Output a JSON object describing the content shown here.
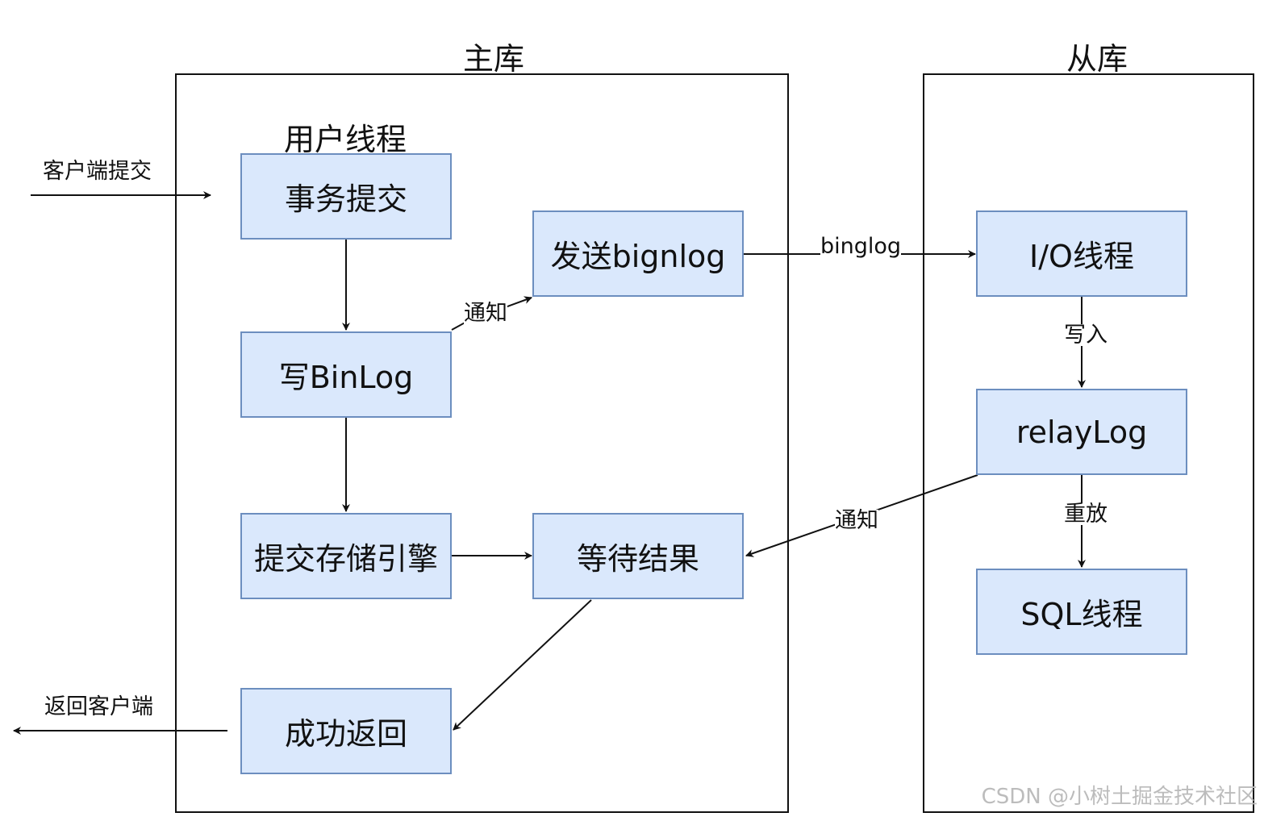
{
  "titles": {
    "master": "主库",
    "slave": "从库",
    "user_thread": "用户线程"
  },
  "nodes": {
    "commit_tx": "事务提交",
    "write_binlog": "写BinLog",
    "send_binlog": "发送bignlog",
    "commit_engine": "提交存储引擎",
    "wait_result": "等待结果",
    "success_return": "成功返回",
    "io_thread": "I/O线程",
    "relay_log": "relayLog",
    "sql_thread": "SQL线程"
  },
  "labels": {
    "client_commit": "客户端提交",
    "return_client": "返回客户端",
    "notify_send": "通知",
    "binlog_edge": "binglog",
    "write_in": "写入",
    "notify_wait": "通知",
    "replay": "重放"
  },
  "watermark": "CSDN @小树土掘金技术社区",
  "colors": {
    "node_fill": "#dae8fc",
    "node_stroke": "#6c8ebf",
    "line": "#111111"
  }
}
